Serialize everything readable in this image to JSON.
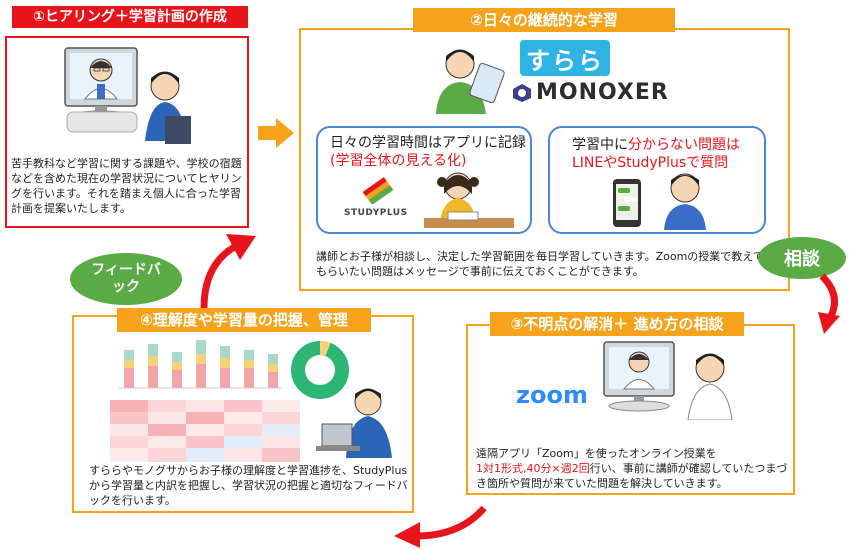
{
  "step1": {
    "title": "①ヒアリング＋学習計画の作成",
    "text": "苦手教科など学習に関する課題や、学校の宿題などを含めた現在の学習状況についてヒヤリングを行います。それを踏まえ個人に合った学習計画を提案いたします。"
  },
  "step2": {
    "title": "②日々の継続的な学習",
    "brand_surara": "すらら",
    "brand_monoxer": "monoxer",
    "sub_left": {
      "line1": "日々の学習時間はアプリに記録",
      "line2": "(学習全体の見える化)",
      "logo": "STUDYPLUS"
    },
    "sub_right": {
      "line1_pre": "学習中に",
      "line1_red": "分からない問題は",
      "line2": "LINEやStudyPlusで質問"
    },
    "text": "講師とお子様が相談し、決定した学習範囲を毎日学習していきます。Zoomの授業で教えてもらいたい問題はメッセージで事前に伝えておくことができます。"
  },
  "step3": {
    "title": "③不明点の解消＋ 進め方の相談",
    "zoom_logo": "zoom",
    "text_pre": "遠隔アプリ「Zoom」を使ったオンライン授業を",
    "text_red": "1対1形式,40分×週2回",
    "text_post": "行い、事前に講師が確認していたつまづき箇所や質問が来ていた問題を解決していきます。"
  },
  "step4": {
    "title": "④理解度や学習量の把握、管理",
    "text": "すららやモノグサからお子様の理解度と学習進捗を、StudyPlusから学習量と内訳を把握し、学習状況の把握と適切なフィードバックを行います。"
  },
  "bubbles": {
    "feedback": "フィードバック",
    "consult": "相談"
  },
  "colors": {
    "red": "#e8141b",
    "orange": "#f7a21b",
    "blue": "#4b86d9",
    "green": "#5aab45"
  }
}
